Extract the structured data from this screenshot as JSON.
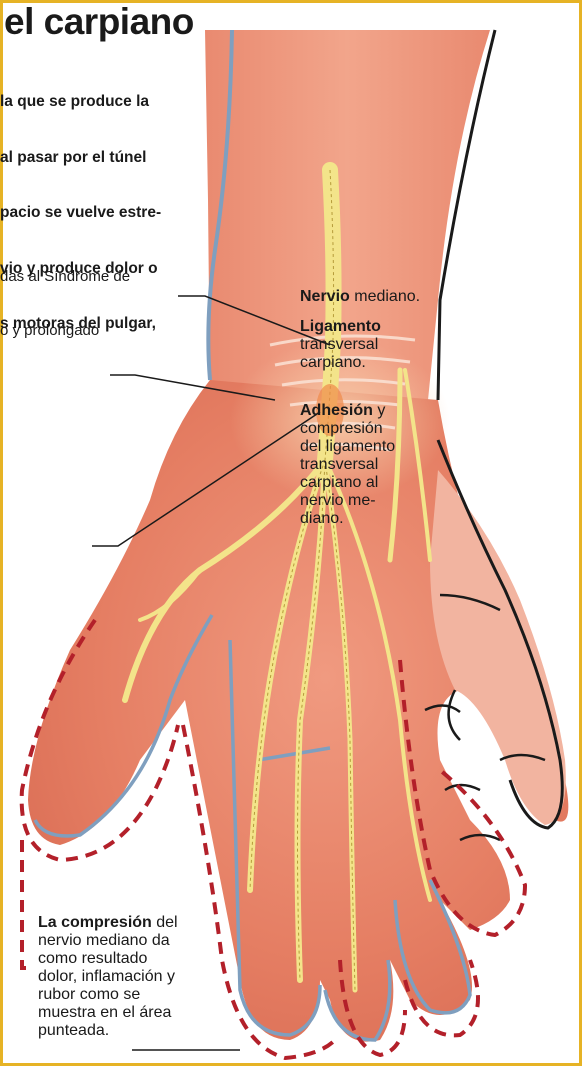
{
  "title": "el carpiano",
  "intro_lines": [
    "la que se produce la",
    "al pasar por el túnel",
    "pacio se vuelve estre-",
    "vio y produce dolor o",
    "s motoras del pulgar,"
  ],
  "side_lines": [
    "das al Síndrome de",
    "o y prolongado"
  ],
  "labels": {
    "nervio": {
      "bold": "Nervio",
      "rest": " mediano."
    },
    "ligamento": {
      "bold": "Ligamento",
      "rest": "transversal\ncarpiano."
    },
    "adhesion": {
      "bold": "Adhesión",
      "rest_first": " y",
      "rest": "compresión\ndel ligamento\ntransversal\ncarpiano al\nnervio me-\ndiano."
    },
    "compresion": {
      "bold": "La compresión",
      "rest_first": " del",
      "rest": "nervio mediano da\ncomo resultado\ndolor, inflamación y\nrubor como se\nmuestra en el área\npunteada."
    }
  },
  "colors": {
    "frame": "#e6b325",
    "skin": "#e8836a",
    "nerve": "#f3e48a",
    "dashed_area": "#b3202a",
    "outline": "#7f9fbf"
  }
}
